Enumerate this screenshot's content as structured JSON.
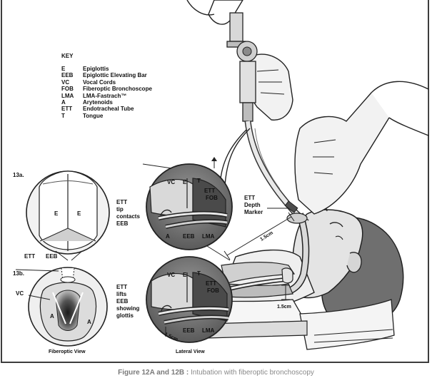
{
  "key": {
    "title": "KEY",
    "items": [
      {
        "abbr": "E",
        "desc": "Epiglottis"
      },
      {
        "abbr": "EEB",
        "desc": "Epiglottic Elevating Bar"
      },
      {
        "abbr": "VC",
        "desc": "Vocal Cords"
      },
      {
        "abbr": "FOB",
        "desc": "Fiberoptic Bronchoscope"
      },
      {
        "abbr": "LMA",
        "desc": "LMA-Fastrach™"
      },
      {
        "abbr": "A",
        "desc": "Arytenoids"
      },
      {
        "abbr": "ETT",
        "desc": "Endotracheal Tube"
      },
      {
        "abbr": "T",
        "desc": "Tongue"
      }
    ]
  },
  "panel_a": {
    "id": "13a.",
    "note_lines": [
      "ETT",
      "tip",
      "contacts",
      "EEB"
    ],
    "labels": {
      "vc": "VC",
      "e": "E",
      "t": "T",
      "ett": "ETT",
      "fob": "FOB",
      "a": "A",
      "eeb": "EEB",
      "lma": "LMA"
    },
    "fiber_e_left": "E",
    "fiber_e_right": "E"
  },
  "panel_b": {
    "id": "13b.",
    "note_lines": [
      "ETT",
      "lifts",
      "EEB",
      "showing",
      "glottis"
    ],
    "labels": {
      "vc": "VC",
      "e": "E",
      "t": "T",
      "ett": "ETT",
      "fob": "FOB",
      "eeb": "EEB",
      "lma": "LMA",
      "dist": "1.5cm"
    },
    "fiber_a_left": "A",
    "fiber_a_right": "A",
    "fiber_vc": "VC"
  },
  "between_labels": {
    "ett": "ETT",
    "eeb": "EEB"
  },
  "depth_marker": [
    "ETT",
    "Depth",
    "Marker"
  ],
  "dist_diag": "1.5cm",
  "dist_vert": "1.5cm",
  "view_labels": {
    "fiberoptic": "Fiberoptic View",
    "lateral": "Lateral View"
  },
  "caption": {
    "bold": "Figure 12A and 12B :",
    "text": " Intubation with fiberoptic bronchoscopy"
  }
}
